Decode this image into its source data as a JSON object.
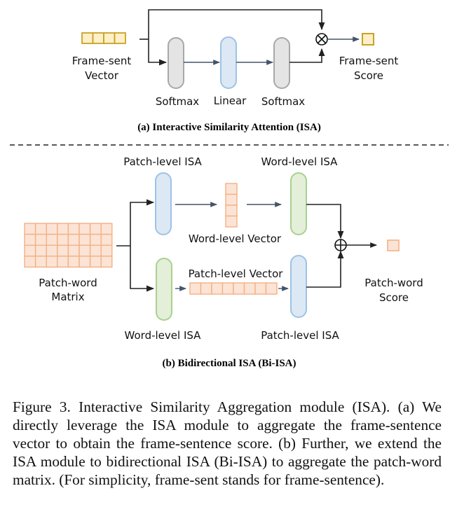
{
  "figure": {
    "panel_a": {
      "input_label": [
        "Frame-sent",
        "Vector"
      ],
      "output_label": [
        "Frame-sent",
        "Score"
      ],
      "blocks": [
        "Softmax",
        "Linear",
        "Softmax"
      ],
      "operator": "multiply",
      "subtitle": "(a) Interactive Similarity Attention (ISA)",
      "input_cells": 4
    },
    "panel_b": {
      "input_label": [
        "Patch-word",
        "Matrix"
      ],
      "output_label": [
        "Patch-word",
        "Score"
      ],
      "top_branch": {
        "first_block": "Patch-level ISA",
        "vector_label": "Word-level Vector",
        "second_block": "Word-level ISA"
      },
      "bottom_branch": {
        "first_block": "Word-level ISA",
        "vector_label": "Patch-level Vector",
        "second_block": "Patch-level ISA"
      },
      "operator": "add",
      "subtitle": "(b) Bidirectional ISA (Bi-ISA)",
      "matrix_rows": 4,
      "matrix_cols": 8,
      "word_vector_cells": 4,
      "patch_vector_cells": 8
    },
    "colors": {
      "yellow_fill": "#fdf0c8",
      "yellow_stroke": "#c9a227",
      "gray_fill": "#e4e4e4",
      "gray_stroke": "#a8a8a8",
      "blue_fill": "#dde8f5",
      "blue_stroke": "#9dc3e6",
      "green_fill": "#e3efd9",
      "green_stroke": "#a9d18e",
      "orange_fill": "#fbe4d6",
      "orange_stroke": "#f4b183",
      "arrow": "#44546a"
    }
  },
  "caption": "Figure 3. Interactive Similarity Aggregation module (ISA). (a) We directly leverage the ISA module to aggregate the frame-sentence vector to obtain the frame-sentence score. (b) Further, we extend the ISA module to bidirectional ISA (Bi-ISA) to aggregate the patch-word matrix. (For simplicity, frame-sent stands for frame-sentence)."
}
